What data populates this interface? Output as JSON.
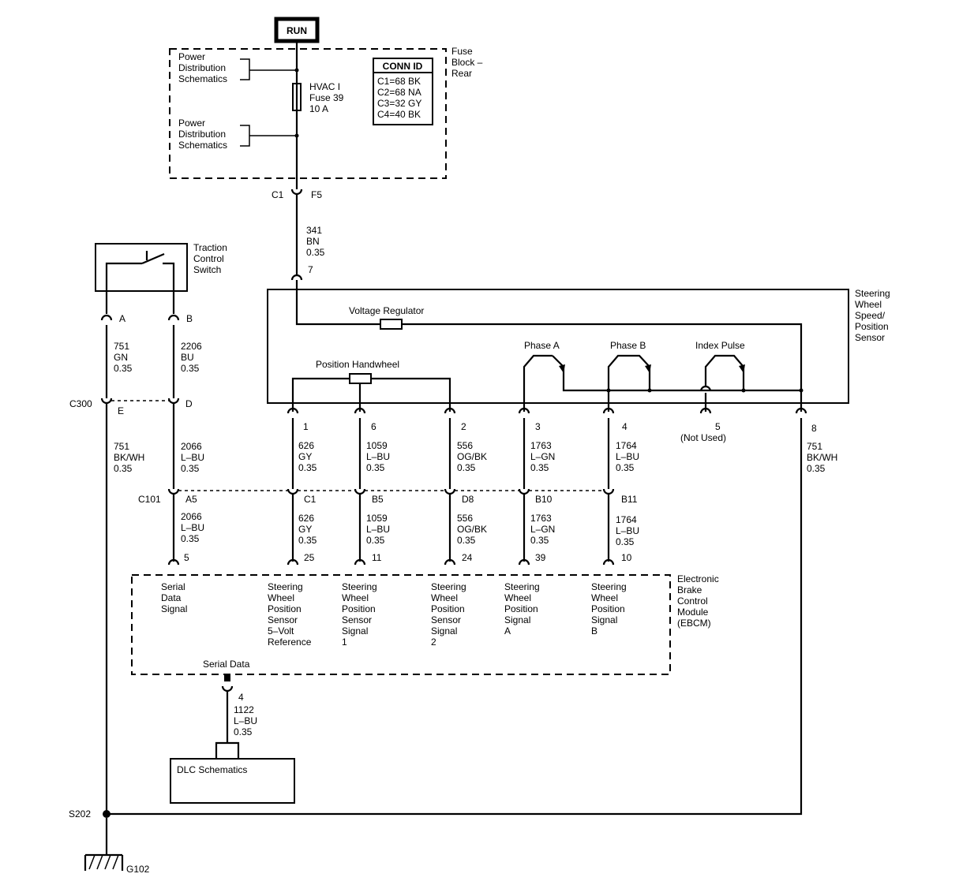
{
  "run_label": "RUN",
  "fuse_block": {
    "title": [
      "Fuse",
      "Block –",
      "Rear"
    ],
    "pds_1": [
      "Power",
      "Distribution",
      "Schematics"
    ],
    "pds_2": [
      "Power",
      "Distribution",
      "Schematics"
    ],
    "fuse": [
      "HVAC I",
      "Fuse 39",
      "10 A"
    ],
    "conn_id_title": "CONN ID",
    "conn_id": [
      "C1=68 BK",
      "C2=68 NA",
      "C3=32 GY",
      "C4=40 BK"
    ],
    "conn_left": "C1",
    "conn_right": "F5"
  },
  "feed_wire": [
    "341",
    "BN",
    "0.35"
  ],
  "traction_switch": {
    "title": [
      "Traction",
      "Control",
      "Switch"
    ],
    "pin_a": "A",
    "pin_b": "B",
    "wire_a": [
      "751",
      "GN",
      "0.35"
    ],
    "wire_b": [
      "2206",
      "BU",
      "0.35"
    ]
  },
  "c300": {
    "label": "C300",
    "pin_e": "E",
    "pin_d": "D"
  },
  "wire_c300_e": [
    "751",
    "BK/WH",
    "0.35"
  ],
  "wire_c300_d": [
    "2066",
    "L–BU",
    "0.35"
  ],
  "sensor": {
    "title": [
      "Steering",
      "Wheel",
      "Speed/",
      "Position",
      "Sensor"
    ],
    "pin_top": "7",
    "voltage_regulator": "Voltage Regulator",
    "position_handwheel": "Position Handwheel",
    "phase_a": "Phase A",
    "phase_b": "Phase B",
    "index_pulse": "Index Pulse",
    "pins": [
      "1",
      "6",
      "2",
      "3",
      "4",
      "5",
      "8"
    ],
    "not_used": "(Not Used)"
  },
  "sensor_wires": [
    [
      "626",
      "GY",
      "0.35"
    ],
    [
      "1059",
      "L–BU",
      "0.35"
    ],
    [
      "556",
      "OG/BK",
      "0.35"
    ],
    [
      "1763",
      "L–GN",
      "0.35"
    ],
    [
      "1764",
      "L–BU",
      "0.35"
    ]
  ],
  "wire_ground": [
    "751",
    "BK/WH",
    "0.35"
  ],
  "c101": {
    "label": "C101",
    "pins": [
      "A5",
      "C1",
      "B5",
      "D8",
      "B10",
      "B11"
    ]
  },
  "ebcm_wires": [
    [
      "2066",
      "L–BU",
      "0.35"
    ],
    [
      "626",
      "GY",
      "0.35"
    ],
    [
      "1059",
      "L–BU",
      "0.35"
    ],
    [
      "556",
      "OG/BK",
      "0.35"
    ],
    [
      "1763",
      "L–GN",
      "0.35"
    ],
    [
      "1764",
      "L–BU",
      "0.35"
    ]
  ],
  "ebcm": {
    "title": [
      "Electronic",
      "Brake",
      "Control",
      "Module",
      "(EBCM)"
    ],
    "pins": [
      "5",
      "25",
      "11",
      "24",
      "39",
      "10"
    ],
    "functions": [
      [
        "Serial",
        "Data",
        "Signal"
      ],
      [
        "Steering",
        "Wheel",
        "Position",
        "Sensor",
        "5–Volt",
        "Reference"
      ],
      [
        "Steering",
        "Wheel",
        "Position",
        "Sensor",
        "Signal",
        "1"
      ],
      [
        "Steering",
        "Wheel",
        "Position",
        "Sensor",
        "Signal",
        "2"
      ],
      [
        "Steering",
        "Wheel",
        "Position",
        "Signal",
        "A"
      ],
      [
        "Steering",
        "Wheel",
        "Position",
        "Signal",
        "B"
      ]
    ],
    "serial_data": "Serial Data",
    "serial_pin": "4"
  },
  "dlc_wire": [
    "1122",
    "L–BU",
    "0.35"
  ],
  "dlc_box": "DLC Schematics",
  "splice": "S202",
  "ground": "G102"
}
